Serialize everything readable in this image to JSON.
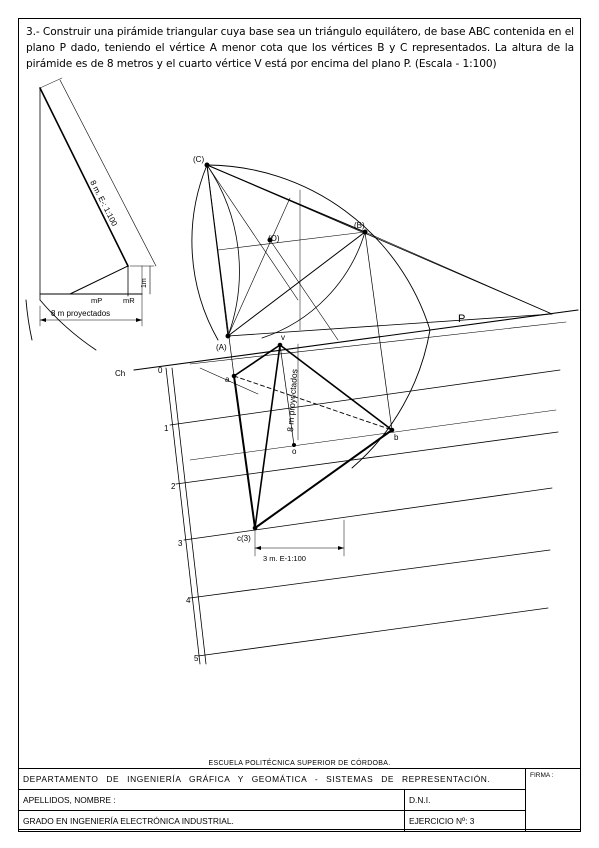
{
  "statement": "3.- Construir una pirámide triangular cuya base sea un triángulo equilátero, de base ABC contenida en el plano P dado, teniendo el vértice A menor cota que los vértices B y C representados. La altura de la pirámide es de 8 metros y el cuarto vértice V está por encima del plano P. (Escala - 1:100)",
  "labels": {
    "C_rab": "(C)",
    "B_rab": "(B)",
    "O_rab": "(O)",
    "A_rab": "(A)",
    "v": "v",
    "a": "a",
    "b": "b",
    "o": "o",
    "c3": "c(3)",
    "P": "P",
    "Ch": "Ch",
    "mP": "mP",
    "mR": "mR",
    "one_m": "1m",
    "true_len": "8 m. E-: 1:100",
    "proj_len": "8 m proyectados",
    "proj_len_vert": "8 m proyectados",
    "scale_dim": "3 m. E-1:100"
  },
  "contour_labels": [
    "0",
    "1",
    "2",
    "3",
    "4",
    "5"
  ],
  "title_block": {
    "school": "ESCUELA POLITÉCNICA SUPERIOR DE CÓRDOBA.",
    "department": "DEPARTAMENTO DE INGENIERÍA GRÁFICA Y GEOMÁTICA - SISTEMAS DE REPRESENTACIÓN.",
    "firma": "FIRMA :",
    "names": "APELLIDOS, NOMBRE :",
    "dni": "D.N.I.",
    "degree": "GRADO EN INGENIERÍA ELECTRÓNICA INDUSTRIAL.",
    "exercise": "EJERCICIO Nº: 3"
  }
}
